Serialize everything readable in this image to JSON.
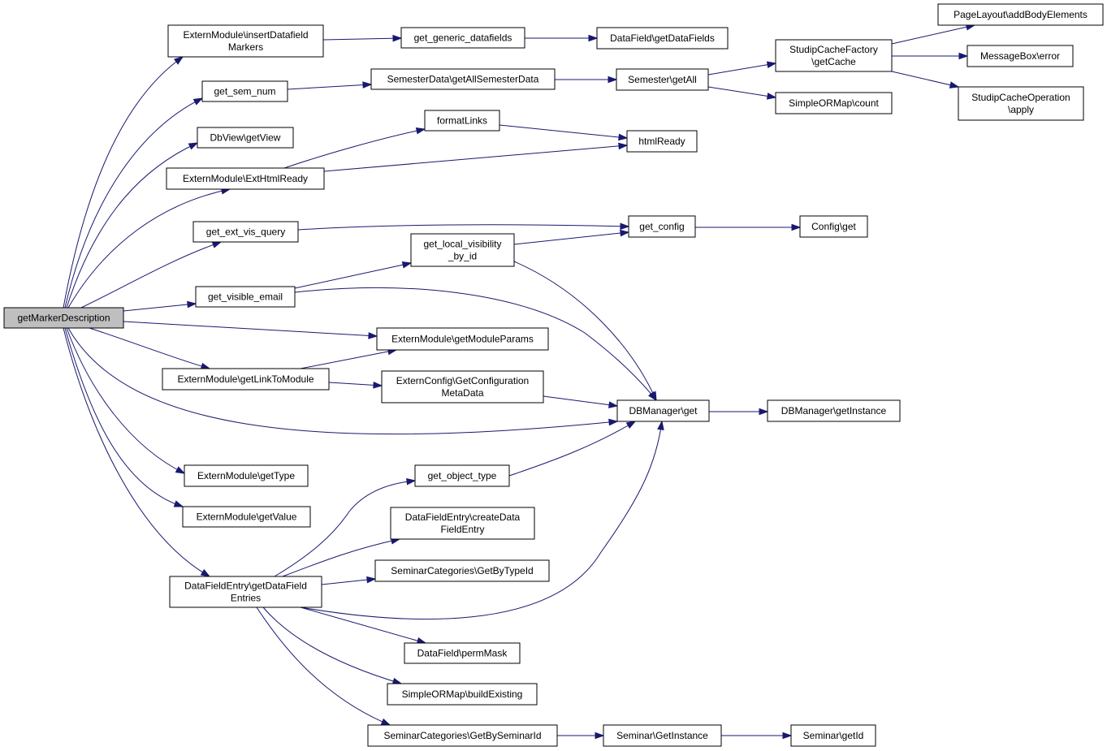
{
  "graph": {
    "colors": {
      "edge": "#191970",
      "root_fill": "#bfbfbf",
      "node_fill": "#ffffff",
      "border": "#000000"
    },
    "nodes": [
      {
        "id": "n0",
        "lines": [
          "getMarkerDescription"
        ],
        "root": true
      },
      {
        "id": "n1",
        "lines": [
          "ExternModule\\insertDatafield",
          "Markers"
        ]
      },
      {
        "id": "n2",
        "lines": [
          "get_sem_num"
        ]
      },
      {
        "id": "n3",
        "lines": [
          "DbView\\getView"
        ]
      },
      {
        "id": "n4",
        "lines": [
          "ExternModule\\ExtHtmlReady"
        ]
      },
      {
        "id": "n5",
        "lines": [
          "get_ext_vis_query"
        ]
      },
      {
        "id": "n6",
        "lines": [
          "get_visible_email"
        ]
      },
      {
        "id": "n7",
        "lines": [
          "ExternModule\\getLinkToModule"
        ]
      },
      {
        "id": "n8",
        "lines": [
          "ExternModule\\getType"
        ]
      },
      {
        "id": "n9",
        "lines": [
          "ExternModule\\getValue"
        ]
      },
      {
        "id": "n10",
        "lines": [
          "DataFieldEntry\\getDataField",
          "Entries"
        ]
      },
      {
        "id": "n11",
        "lines": [
          "get_generic_datafields"
        ]
      },
      {
        "id": "n12",
        "lines": [
          "SemesterData\\getAllSemesterData"
        ]
      },
      {
        "id": "n13",
        "lines": [
          "formatLinks"
        ]
      },
      {
        "id": "n14",
        "lines": [
          "get_local_visibility",
          "_by_id"
        ]
      },
      {
        "id": "n15",
        "lines": [
          "ExternModule\\getModuleParams"
        ]
      },
      {
        "id": "n16",
        "lines": [
          "ExternConfig\\GetConfiguration",
          "MetaData"
        ]
      },
      {
        "id": "n17",
        "lines": [
          "get_object_type"
        ]
      },
      {
        "id": "n18",
        "lines": [
          "DataFieldEntry\\createData",
          "FieldEntry"
        ]
      },
      {
        "id": "n19",
        "lines": [
          "SeminarCategories\\GetByTypeId"
        ]
      },
      {
        "id": "n20",
        "lines": [
          "DataField\\permMask"
        ]
      },
      {
        "id": "n21",
        "lines": [
          "SimpleORMap\\buildExisting"
        ]
      },
      {
        "id": "n22",
        "lines": [
          "SeminarCategories\\GetBySeminarId"
        ]
      },
      {
        "id": "n23",
        "lines": [
          "DataField\\getDataFields"
        ]
      },
      {
        "id": "n24",
        "lines": [
          "Semester\\getAll"
        ]
      },
      {
        "id": "n25",
        "lines": [
          "htmlReady"
        ]
      },
      {
        "id": "n26",
        "lines": [
          "get_config"
        ]
      },
      {
        "id": "n27",
        "lines": [
          "DBManager\\get"
        ]
      },
      {
        "id": "n28",
        "lines": [
          "Seminar\\GetInstance"
        ]
      },
      {
        "id": "n29",
        "lines": [
          "StudipCacheFactory",
          "\\getCache"
        ]
      },
      {
        "id": "n30",
        "lines": [
          "SimpleORMap\\count"
        ]
      },
      {
        "id": "n31",
        "lines": [
          "Config\\get"
        ]
      },
      {
        "id": "n32",
        "lines": [
          "DBManager\\getInstance"
        ]
      },
      {
        "id": "n33",
        "lines": [
          "Seminar\\getId"
        ]
      },
      {
        "id": "n34",
        "lines": [
          "PageLayout\\addBodyElements"
        ]
      },
      {
        "id": "n35",
        "lines": [
          "MessageBox\\error"
        ]
      },
      {
        "id": "n36",
        "lines": [
          "StudipCacheOperation",
          "\\apply"
        ]
      }
    ],
    "edges": [
      {
        "from": "n0",
        "to": "n1"
      },
      {
        "from": "n0",
        "to": "n2"
      },
      {
        "from": "n0",
        "to": "n3"
      },
      {
        "from": "n0",
        "to": "n4"
      },
      {
        "from": "n0",
        "to": "n5"
      },
      {
        "from": "n0",
        "to": "n6"
      },
      {
        "from": "n0",
        "to": "n15"
      },
      {
        "from": "n0",
        "to": "n7"
      },
      {
        "from": "n0",
        "to": "n27"
      },
      {
        "from": "n0",
        "to": "n8"
      },
      {
        "from": "n0",
        "to": "n9"
      },
      {
        "from": "n0",
        "to": "n10"
      },
      {
        "from": "n1",
        "to": "n11"
      },
      {
        "from": "n11",
        "to": "n23"
      },
      {
        "from": "n2",
        "to": "n12"
      },
      {
        "from": "n12",
        "to": "n24"
      },
      {
        "from": "n24",
        "to": "n29"
      },
      {
        "from": "n24",
        "to": "n30"
      },
      {
        "from": "n29",
        "to": "n34"
      },
      {
        "from": "n29",
        "to": "n35"
      },
      {
        "from": "n29",
        "to": "n36"
      },
      {
        "from": "n4",
        "to": "n13"
      },
      {
        "from": "n4",
        "to": "n25"
      },
      {
        "from": "n13",
        "to": "n25"
      },
      {
        "from": "n5",
        "to": "n26"
      },
      {
        "from": "n26",
        "to": "n31"
      },
      {
        "from": "n6",
        "to": "n14"
      },
      {
        "from": "n6",
        "to": "n27"
      },
      {
        "from": "n14",
        "to": "n26"
      },
      {
        "from": "n14",
        "to": "n27"
      },
      {
        "from": "n7",
        "to": "n15"
      },
      {
        "from": "n7",
        "to": "n16"
      },
      {
        "from": "n16",
        "to": "n27"
      },
      {
        "from": "n27",
        "to": "n32"
      },
      {
        "from": "n10",
        "to": "n17"
      },
      {
        "from": "n10",
        "to": "n18"
      },
      {
        "from": "n10",
        "to": "n19"
      },
      {
        "from": "n10",
        "to": "n27"
      },
      {
        "from": "n10",
        "to": "n20"
      },
      {
        "from": "n10",
        "to": "n21"
      },
      {
        "from": "n10",
        "to": "n22"
      },
      {
        "from": "n17",
        "to": "n27"
      },
      {
        "from": "n22",
        "to": "n28"
      },
      {
        "from": "n28",
        "to": "n33"
      }
    ]
  }
}
